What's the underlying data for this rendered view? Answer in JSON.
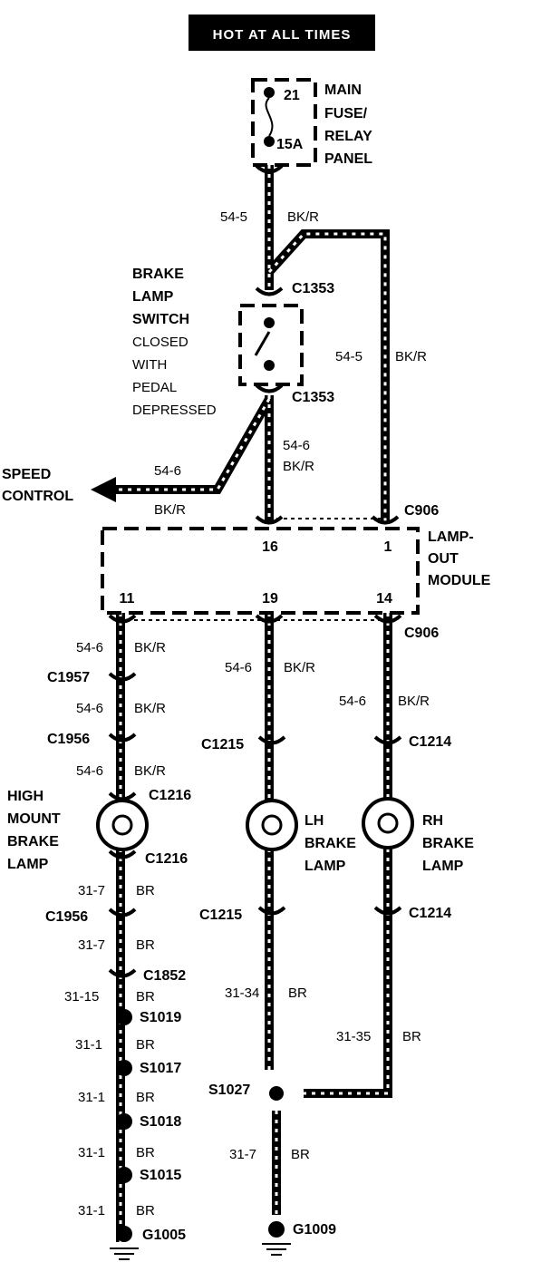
{
  "header": {
    "title": "HOT AT ALL TIMES"
  },
  "fuse_panel": {
    "label_lines": [
      "MAIN",
      "FUSE/",
      "RELAY",
      "PANEL"
    ],
    "fuse_number": "21",
    "fuse_rating": "15A"
  },
  "brake_switch": {
    "label_lines": [
      "BRAKE",
      "LAMP",
      "SWITCH",
      "CLOSED",
      "WITH",
      "PEDAL",
      "DEPRESSED"
    ],
    "connector_top": "C1353",
    "connector_bottom": "C1353"
  },
  "speed_control": {
    "label_lines": [
      "SPEED",
      "CONTROL"
    ]
  },
  "lamp_out_module": {
    "label_lines": [
      "LAMP-",
      "OUT",
      "MODULE"
    ],
    "connector_top": "C906",
    "connector_bottom": "C906",
    "pins": [
      "16",
      "1",
      "11",
      "19",
      "14"
    ]
  },
  "wires": {
    "w_fuse": {
      "circuit": "54-5",
      "color": "BK/R"
    },
    "w_loop": {
      "circuit": "54-5",
      "color": "BK/R"
    },
    "w_switch_out": {
      "circuit": "54-6",
      "color": "BK/R"
    },
    "w_speed": {
      "circuit": "54-6",
      "color": "BK/R"
    },
    "w_left1": {
      "circuit": "54-6",
      "color": "BK/R"
    },
    "w_left2": {
      "circuit": "54-6",
      "color": "BK/R"
    },
    "w_left3": {
      "circuit": "54-6",
      "color": "BK/R"
    },
    "w_mid1": {
      "circuit": "54-6",
      "color": "BK/R"
    },
    "w_right1": {
      "circuit": "54-6",
      "color": "BK/R"
    },
    "w_left_g1": {
      "circuit": "31-7",
      "color": "BR"
    },
    "w_left_g2": {
      "circuit": "31-7",
      "color": "BR"
    },
    "w_left_g3": {
      "circuit": "31-15",
      "color": "BR"
    },
    "w_left_g4": {
      "circuit": "31-1",
      "color": "BR"
    },
    "w_left_g5": {
      "circuit": "31-1",
      "color": "BR"
    },
    "w_left_g6": {
      "circuit": "31-1",
      "color": "BR"
    },
    "w_left_g7": {
      "circuit": "31-1",
      "color": "BR"
    },
    "w_mid_g": {
      "circuit": "31-34",
      "color": "BR"
    },
    "w_right_g": {
      "circuit": "31-35",
      "color": "BR"
    },
    "w_mid_g2": {
      "circuit": "31-7",
      "color": "BR"
    }
  },
  "connectors": {
    "c1957": "C1957",
    "c1956a": "C1956",
    "c1216a": "C1216",
    "c1216b": "C1216",
    "c1956b": "C1956",
    "c1852": "C1852",
    "c1215a": "C1215",
    "c1215b": "C1215",
    "c1214a": "C1214",
    "c1214b": "C1214"
  },
  "splices": {
    "s1019": "S1019",
    "s1017": "S1017",
    "s1018": "S1018",
    "s1015": "S1015",
    "s1027": "S1027"
  },
  "grounds": {
    "g1005": "G1005",
    "g1009": "G1009"
  },
  "lamps": {
    "high_mount": {
      "label_lines": [
        "HIGH",
        "MOUNT",
        "BRAKE",
        "LAMP"
      ]
    },
    "lh": {
      "label_lines": [
        "LH",
        "BRAKE",
        "LAMP"
      ]
    },
    "rh": {
      "label_lines": [
        "RH",
        "BRAKE",
        "LAMP"
      ]
    }
  }
}
